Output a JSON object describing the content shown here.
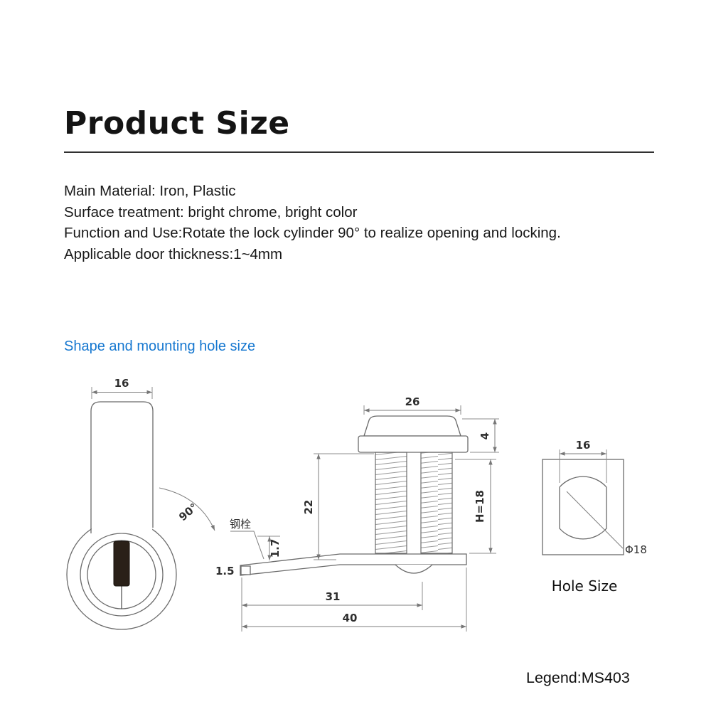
{
  "page": {
    "title": "Product Size",
    "specs": [
      "Main Material: Iron, Plastic",
      "Surface treatment: bright chrome, bright color",
      "Function and Use:Rotate the lock cylinder 90° to realize opening and locking.",
      "Applicable door thickness:1~4mm"
    ],
    "section_heading": "Shape and mounting hole size",
    "legend": "Legend:MS403"
  },
  "drawing": {
    "side_view": {
      "width_dim": "16",
      "rotation_label": "90°"
    },
    "front_view": {
      "top_width_dim": "26",
      "flange_thickness_dim": "4",
      "body_length_dim": "22",
      "thread_height_dim": "H=18",
      "pin_label": "钢栓",
      "pin_offset_dim": "1.7",
      "cam_tip_thickness_dim": "1.5",
      "cam_length_dim": "31",
      "total_length_dim": "40"
    },
    "hole_view": {
      "flat_width_dim": "16",
      "diameter_label": "Φ18",
      "caption": "Hole Size"
    }
  },
  "colors": {
    "accent_blue": "#1577d0",
    "drawing_line": "#6b6b6b",
    "keyhole": "#2a2018"
  }
}
